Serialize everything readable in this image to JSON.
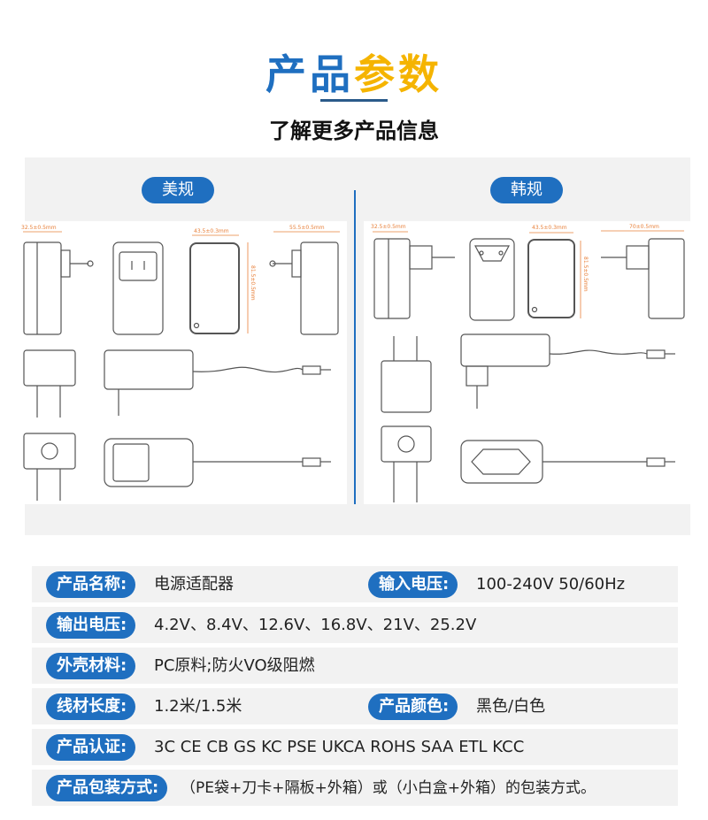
{
  "header": {
    "title_blue": "产品",
    "title_yellow": "参数",
    "subtitle": "了解更多产品信息"
  },
  "diagrams": {
    "us": {
      "label": "美规",
      "dims": [
        "32.5±0.5mm",
        "43.5±0.3mm",
        "55.5±0.5mm",
        "81.5±0.5mm"
      ]
    },
    "kr": {
      "label": "韩规",
      "dims": [
        "32.5±0.5mm",
        "43.5±0.3mm",
        "70±0.5mm",
        "81.5±0.5mm"
      ]
    }
  },
  "specs": [
    {
      "label": "产品名称:",
      "value": "电源适配器",
      "label2": "输入电压:",
      "value2": "100-240V  50/60Hz"
    },
    {
      "label": "输出电压:",
      "value": "4.2V、8.4V、12.6V、16.8V、21V、25.2V"
    },
    {
      "label": "外壳材料:",
      "value": "PC原料;防火VO级阻燃"
    },
    {
      "label": "线材长度:",
      "value": "1.2米/1.5米",
      "label2": "产品颜色:",
      "value2": "黑色/白色"
    },
    {
      "label": "产品认证:",
      "value": "3C  CE  CB  GS  KC  PSE  UKCA  ROHS SAA  ETL  KCC"
    },
    {
      "label": "产品包装方式:",
      "value": "（PE袋+刀卡+隔板+外箱）或（小白盒+外箱）的包装方式。"
    }
  ],
  "colors": {
    "blue": "#1f6fc0",
    "yellow": "#f5b400",
    "panel": "#f2f2f2",
    "dim": "#e8803a"
  }
}
